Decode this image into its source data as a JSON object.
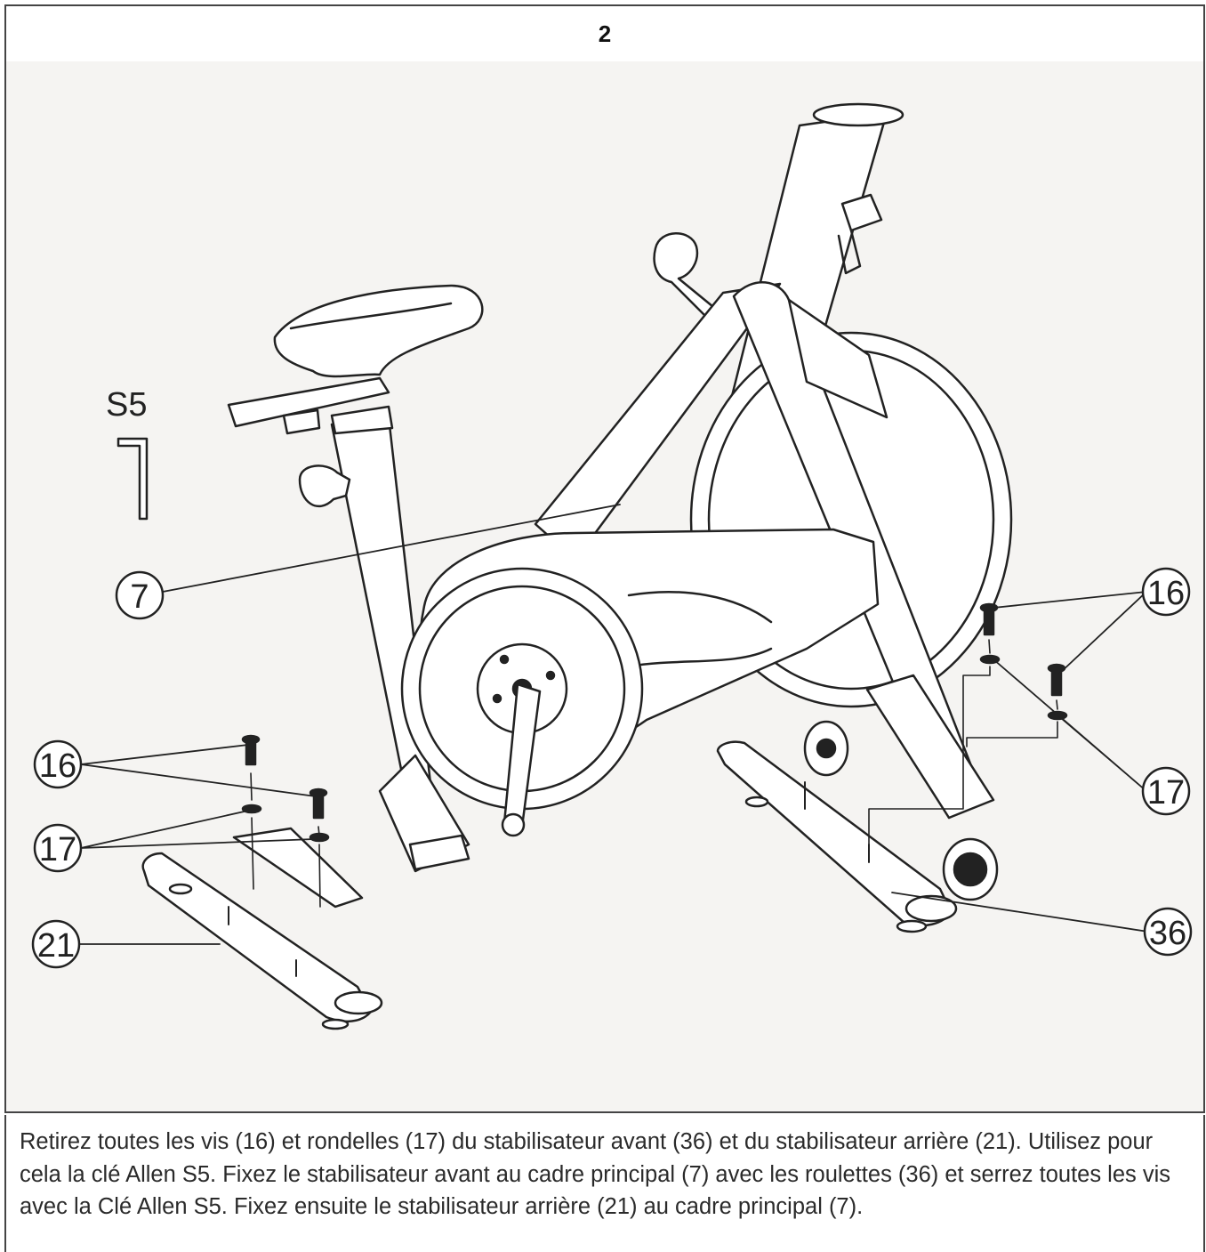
{
  "step": {
    "number": "2"
  },
  "figure": {
    "tool_label": "S5",
    "callouts": {
      "main_frame": "7",
      "screws_left": "16",
      "washers_left": "17",
      "rear_stabilizer": "21",
      "screws_right": "16",
      "washers_right": "17",
      "front_stabilizer": "36"
    }
  },
  "instructions": {
    "text": "Retirez toutes les vis (16) et rondelles (17) du stabilisateur avant (36) et du stabilisateur arrière (21). Utilisez pour cela la clé Allen S5. Fixez le stabilisateur avant au cadre principal (7) avec les roulettes (36) et serrez toutes les vis avec la Clé Allen S5. Fixez ensuite le stabilisateur arrière (21) au cadre principal (7)."
  }
}
